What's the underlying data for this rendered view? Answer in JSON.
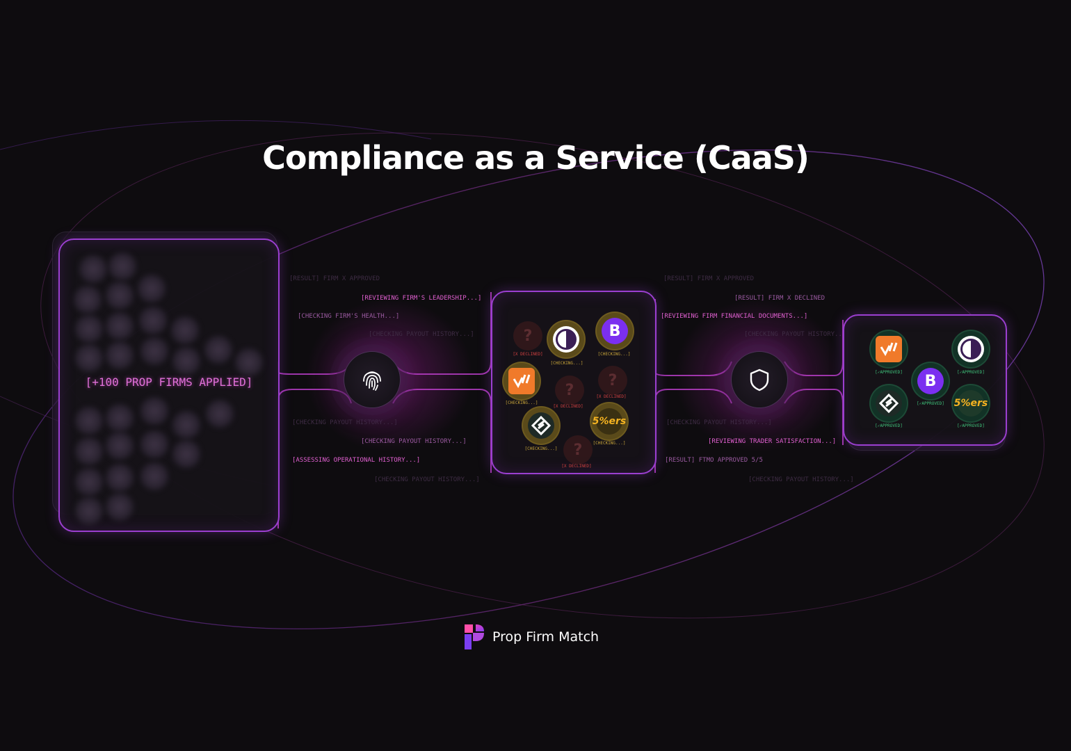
{
  "title": "Compliance as a Service (CaaS)",
  "applied_label": "[+100 PROP FIRMS APPLIED]",
  "brand": {
    "name": "Prop Firm Match",
    "icon": "prop-firm-match-logo"
  },
  "colors": {
    "accent": "#9b3fd0",
    "log_pink": "#e060d0",
    "checking": "#c9a53a",
    "declined": "#d04040",
    "approved": "#3fc27a"
  },
  "logs_left": [
    "[RESULT] FIRM X APPROVED",
    "[REVIEWING FIRM'S LEADERSHIP...]",
    "[CHECKING FIRM'S HEALTH...]",
    "[CHECKING PAYOUT HISTORY...]",
    "[CHECKING PAYOUT HISTORY...]",
    "[CHECKING PAYOUT HISTORY...]",
    "[ASSESSING OPERATIONAL HISTORY...]",
    "[CHECKING PAYOUT HISTORY...]"
  ],
  "logs_right": [
    "[RESULT] FIRM X APPROVED",
    "[RESULT] FIRM X DECLINED",
    "[REVIEWING FIRM FINANCIAL DOCUMENTS...]",
    "[CHECKING PAYOUT HISTORY...]",
    "[CHECKING PAYOUT HISTORY...]",
    "[REVIEWING TRADER SATISFACTION...]",
    "[RESULT] FTMO APPROVED 5/5",
    "[CHECKING PAYOUT HISTORY...]"
  ],
  "hubs": {
    "left_icon": "fingerprint-icon",
    "right_icon": "shield-icon"
  },
  "review_panel": {
    "statuses": {
      "declined": "[X DECLINED]",
      "checking": "[CHECKING...]"
    },
    "logos": {
      "b_letter": "B",
      "five_ers": "5%ers"
    }
  },
  "approved_panel": {
    "status": "[✓APPROVED]",
    "logos": {
      "b_letter": "B",
      "five_ers": "5%ers"
    }
  }
}
